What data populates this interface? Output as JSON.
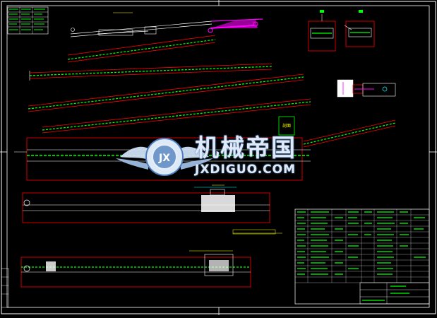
{
  "watermark": {
    "title_cn": "机械帝国",
    "domain": "JXDIGUO.COM",
    "emblem_letter": "JX"
  },
  "drawing": {
    "section_label": "剖面"
  },
  "icons": {
    "emblem": "gear-wings-logo-icon"
  },
  "colors": {
    "background": "#000000",
    "frame": "#ffffff",
    "conveyor": "#00ff00",
    "outline": "#ff0000",
    "highlight": "#ff00ff",
    "annotation": "#ffff00",
    "dimension": "#00ffff"
  }
}
